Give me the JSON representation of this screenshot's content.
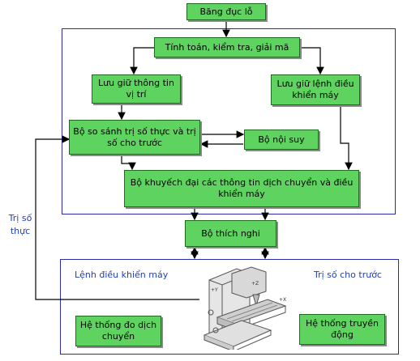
{
  "boxes": {
    "tape": "Băng đục lỗ",
    "compute": "Tính toán, kiểm tra, giải mã",
    "store_position": "Lưu giữ thông tin vị trí",
    "store_commands": "Lưu giữ lệnh điều khiển máy",
    "comparator": "Bộ so sánh trị số thực và trị số cho trước",
    "interpolator": "Bộ nội suy",
    "amplifier": "Bộ khuyếch đại các thông tin dịch chuyển và điều khiển máy",
    "adaptive": "Bộ thích nghi",
    "measuring": "Hệ thống đo dịch chuyển",
    "drive": "Hệ thống truyền động"
  },
  "labels": {
    "machine_commands": "Lệnh điều khiển máy",
    "preset_value": "Trị số cho trước",
    "actual_value": "Trị số thực"
  },
  "colors": {
    "box_fill": "#5fd35f",
    "frame": "#2b2bb0",
    "label_text": "#1f3fbf",
    "arrows": "#000000"
  },
  "icons": {
    "machine": "milling-machine-illustration"
  }
}
